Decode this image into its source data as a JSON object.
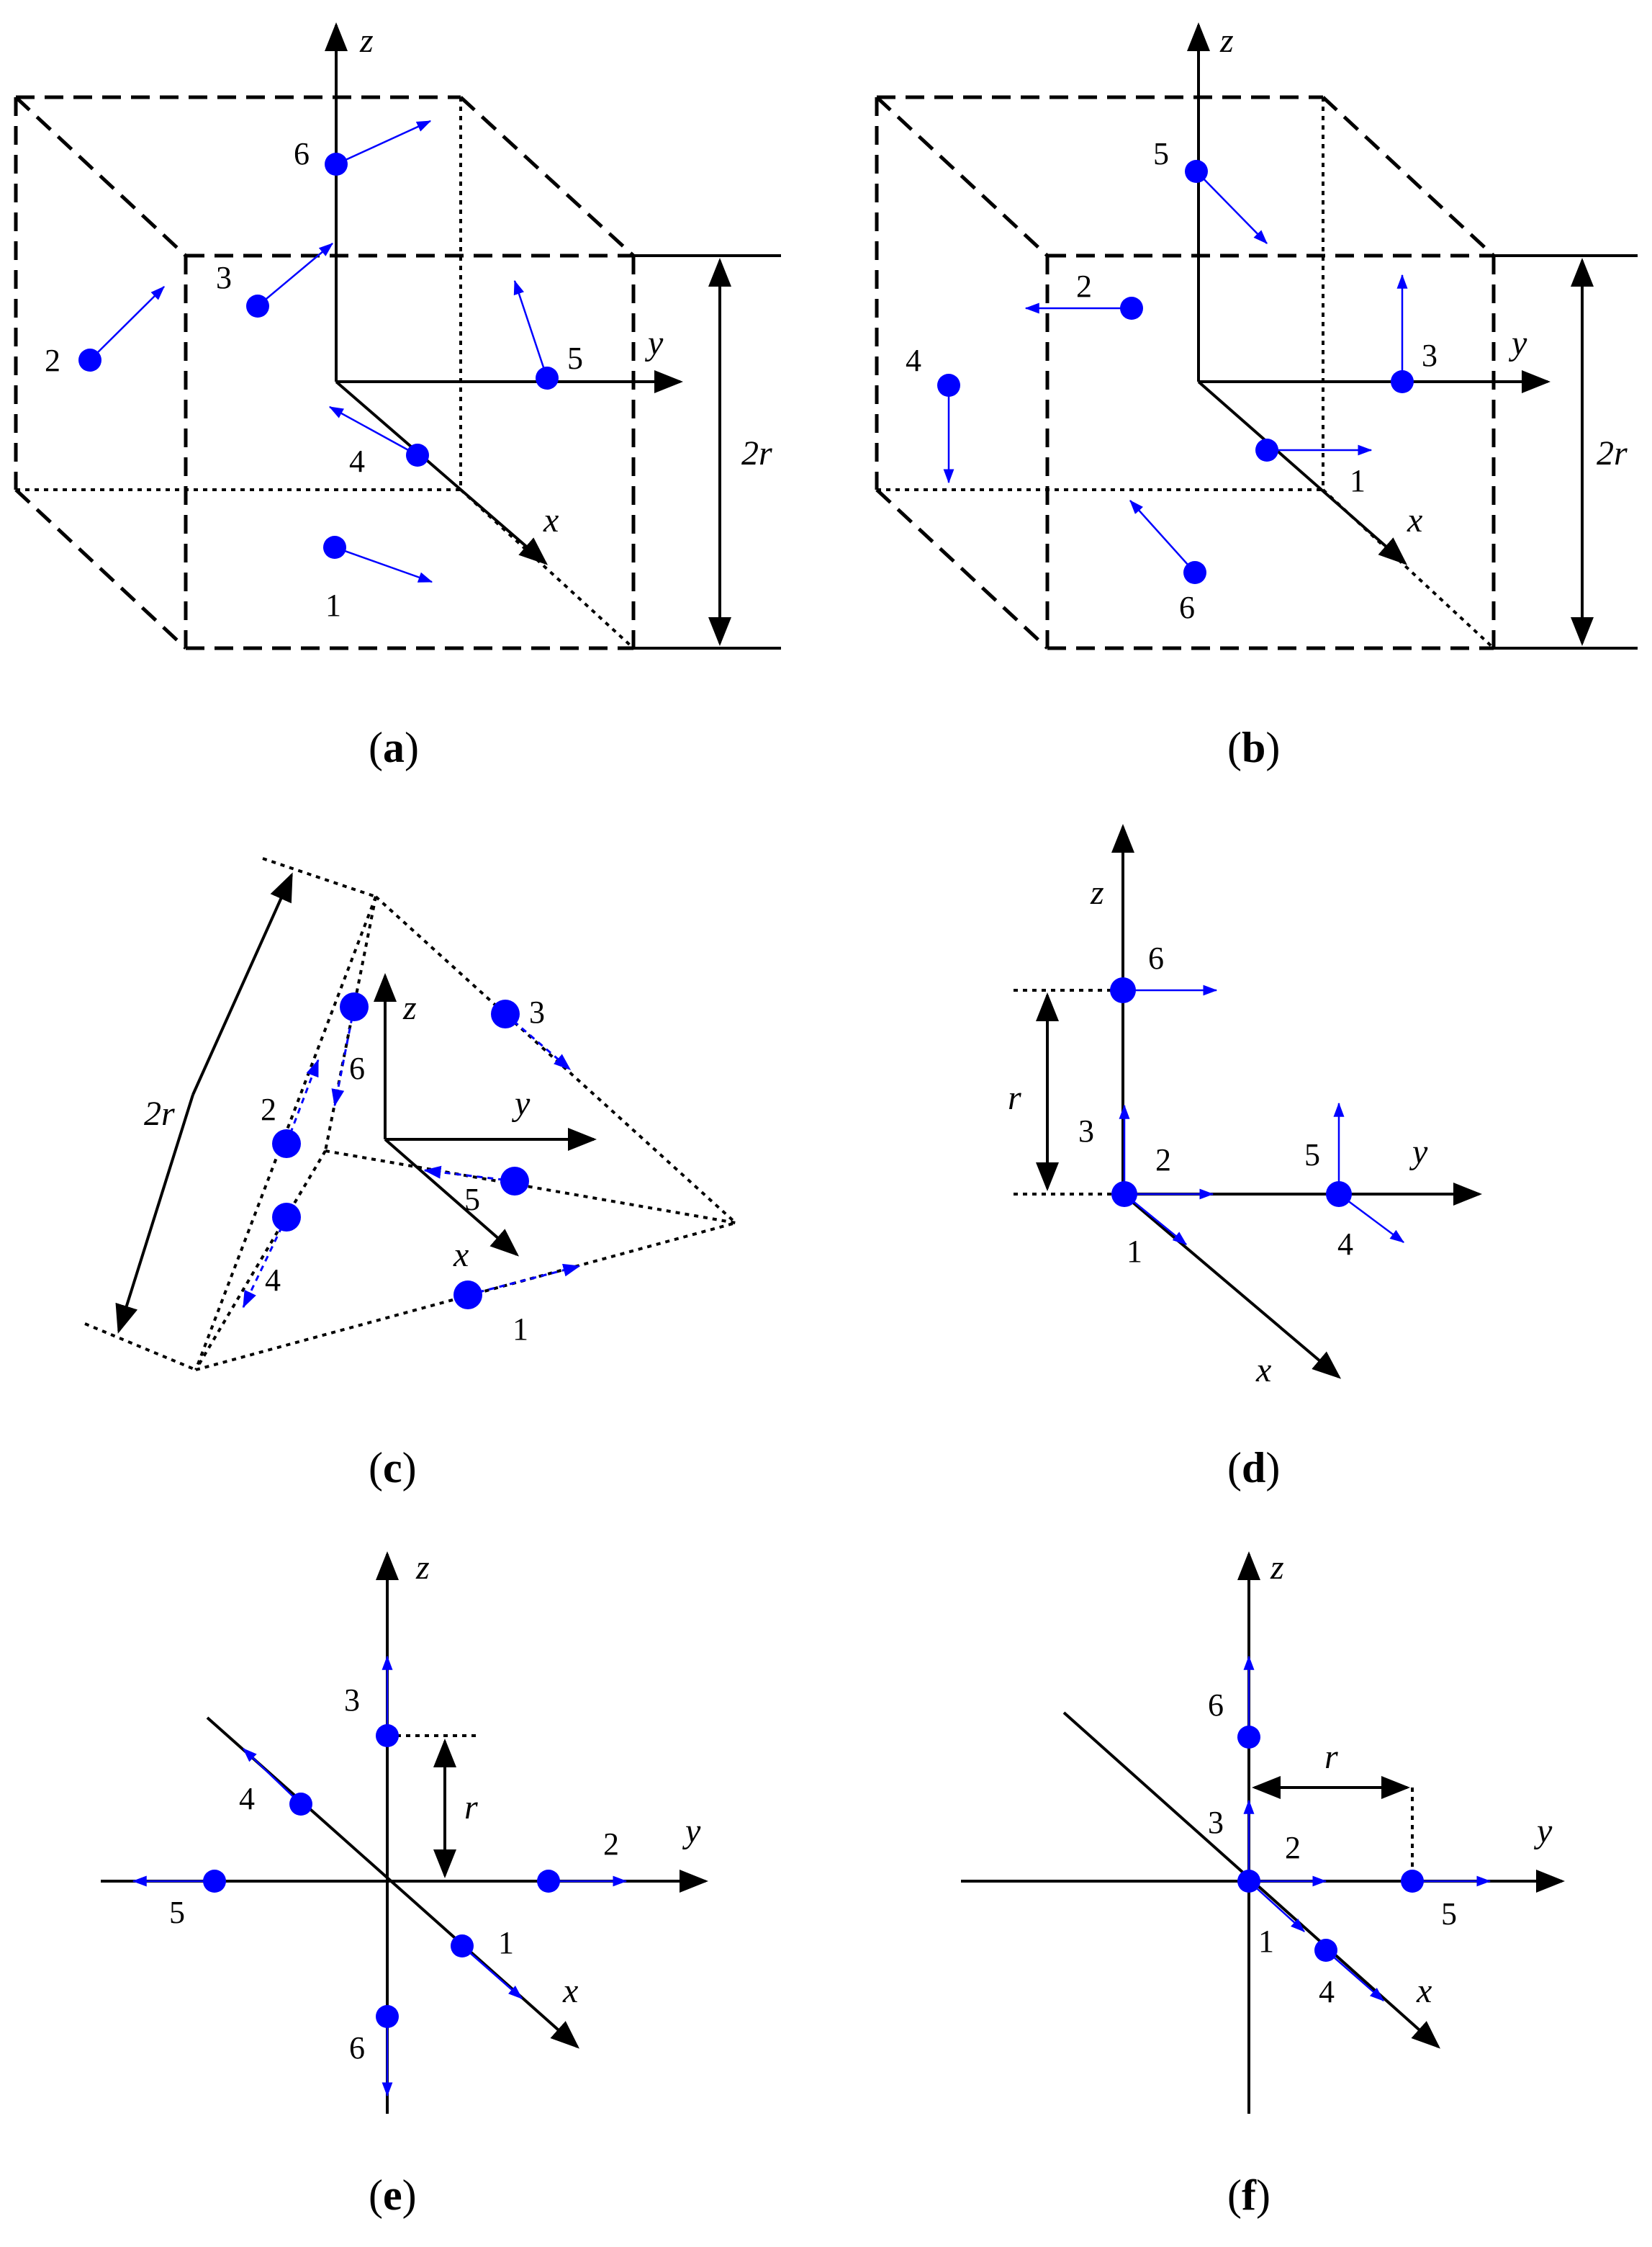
{
  "axes": {
    "x": "x",
    "y": "y",
    "z": "z"
  },
  "dimensions": {
    "two_r": "2r",
    "r": "r"
  },
  "panels": {
    "a": {
      "caption_open": "(",
      "caption_letter": "a",
      "caption_close": ")",
      "points": [
        "1",
        "2",
        "3",
        "4",
        "5",
        "6"
      ]
    },
    "b": {
      "caption_open": "(",
      "caption_letter": "b",
      "caption_close": ")",
      "points": [
        "1",
        "2",
        "3",
        "4",
        "5",
        "6"
      ]
    },
    "c": {
      "caption_open": "(",
      "caption_letter": "c",
      "caption_close": ")",
      "points": [
        "1",
        "2",
        "3",
        "4",
        "5",
        "6"
      ]
    },
    "d": {
      "caption_open": "(",
      "caption_letter": "d",
      "caption_close": ")",
      "points": [
        "1",
        "2",
        "3",
        "4",
        "5",
        "6"
      ]
    },
    "e": {
      "caption_open": "(",
      "caption_letter": "e",
      "caption_close": ")",
      "points": [
        "1",
        "2",
        "3",
        "4",
        "5",
        "6"
      ]
    },
    "f": {
      "caption_open": "(",
      "caption_letter": "f",
      "caption_close": ")",
      "points": [
        "1",
        "2",
        "3",
        "4",
        "5",
        "6"
      ]
    }
  },
  "colors": {
    "points": "#0000ff",
    "axes": "#000000"
  }
}
